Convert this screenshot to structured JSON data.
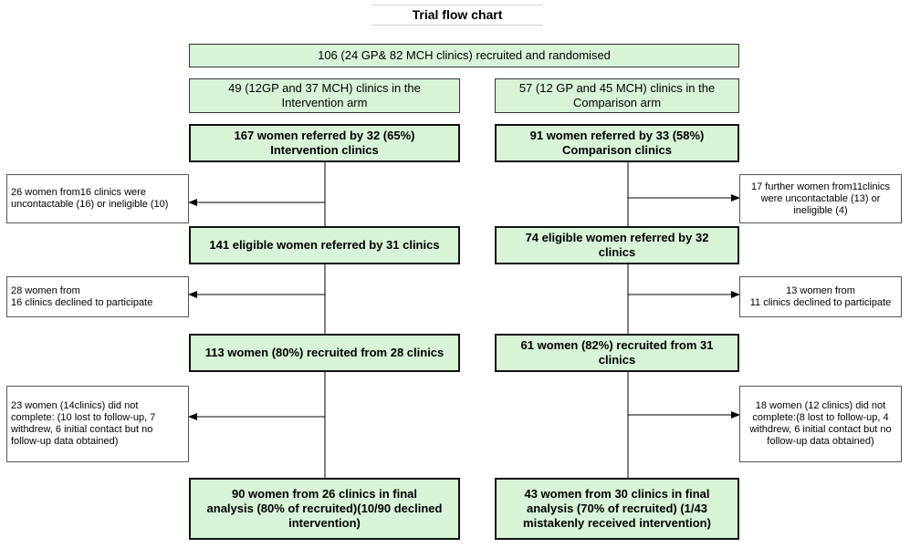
{
  "title": "Trial flow chart",
  "top": "106 (24 GP& 82 MCH clinics) recruited and randomised",
  "intervention": {
    "arm": "49 (12GP and 37 MCH) clinics in the\nIntervention arm",
    "referred": "167 women referred by 32  (65%)\nIntervention clinics",
    "excluded": "26 women from16 clinics were\nuncontactable (16) or ineligible (10)",
    "eligible": "141 eligible women referred by 31 clinics",
    "declined": "28 women from\n16 clinics declined to participate",
    "recruited": "113 women (80%) recruited from 28 clinics",
    "not_complete": "23 women (14clinics) did not\ncomplete: (10 lost to follow-up, 7\nwithdrew, 6 initial contact but no\nfollow-up data obtained)",
    "final": "90 women from 26 clinics in final\nanalysis (80% of recruited)(10/90 declined\nintervention)"
  },
  "comparison": {
    "arm": "57 (12 GP and 45 MCH) clinics in the\nComparison arm",
    "referred": "91 women referred by 33 (58%)\nComparison clinics",
    "excluded": "17 further women from11clinics\nwere uncontactable (13) or\nineligible (4)",
    "eligible": "74 eligible women referred by 32\nclinics",
    "declined": "13 women from\n11 clinics declined to participate",
    "recruited": "61 women (82%) recruited from 31\nclinics",
    "not_complete": "18 women (12 clinics) did not\ncomplete:(8 lost to follow-up, 4\nwithdrew, 6 initial contact but no\nfollow-up data obtained)",
    "final": "43 women from 30 clinics in final\nanalysis (70% of recruited)  (1/43\nmistakenly received intervention)"
  }
}
